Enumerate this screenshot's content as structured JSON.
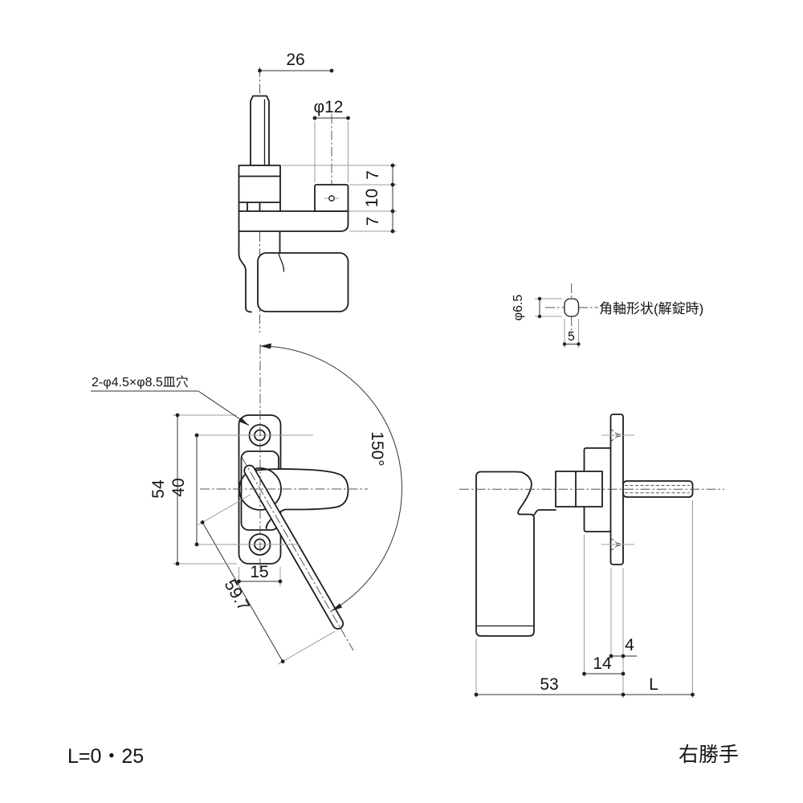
{
  "drawing": {
    "top_view": {
      "width": "26",
      "boss_dia": "φ12",
      "seg_top": "7",
      "seg_mid": "10",
      "seg_bot": "7"
    },
    "front_view": {
      "hole_note": "2-φ4.5×φ8.5皿穴",
      "rotation_angle": "150°",
      "plate_height": "54",
      "hole_pitch": "40",
      "plate_width": "15",
      "lever_length": "59.7"
    },
    "side_view": {
      "plate_thickness": "4",
      "boss_depth": "14",
      "body_depth": "53",
      "shaft_length": "L"
    },
    "shaft_detail": {
      "caption": "角軸形状(解錠時)",
      "dia": "φ6.5",
      "width": "5"
    },
    "notes": {
      "length_options": "L=0・25",
      "handing": "右勝手"
    },
    "style": {
      "line_color": "#1d1d1d",
      "extension_line_color": "#9c9c9c",
      "background": "#ffffff"
    }
  }
}
